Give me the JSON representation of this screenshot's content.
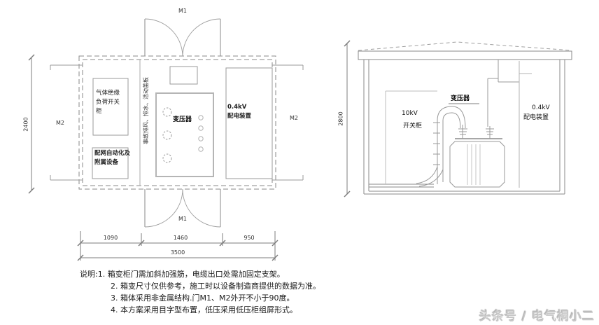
{
  "plan": {
    "door_top_label": "M1",
    "door_bottom_label": "M1",
    "door_left_label": "M2",
    "door_right_label": "M2",
    "gas_cabinet_line1": "气体绝缘",
    "gas_cabinet_line2": "负荷开关",
    "gas_cabinet_line3": "柜",
    "automation_line1": "配网自动化及",
    "automation_line2": "附属设备",
    "transformer_label": "变压器",
    "lv_line1": "0.4kV",
    "lv_line2": "配电装置",
    "vent_note": "事故排风、排水、活动盖板",
    "dim_height": "2400",
    "dim_seg_left": "1090",
    "dim_seg_middle": "1460",
    "dim_seg_right": "950",
    "dim_total": "3500"
  },
  "elevation": {
    "hv_line1": "10kV",
    "hv_line2": "开关柜",
    "transformer_label": "变压器",
    "lv_line1": "0.4kV",
    "lv_line2": "配电装置",
    "dim_height": "2800"
  },
  "notes": {
    "line1": "说明:1.  箱变柜门需加斜加强筋，电缆出口处需加固定支架。",
    "line2": "2.  箱变尺寸仅供参考，施工时以设备制造商提供的数据为准。",
    "line3": "3.  箱体采用非金属结构.门M1、M2外开不小于90度。",
    "line4": "4.  本方案采用目字型布置，低压采用低压柜组屏形式。"
  },
  "watermark": "头条号 / 电气桐小二"
}
